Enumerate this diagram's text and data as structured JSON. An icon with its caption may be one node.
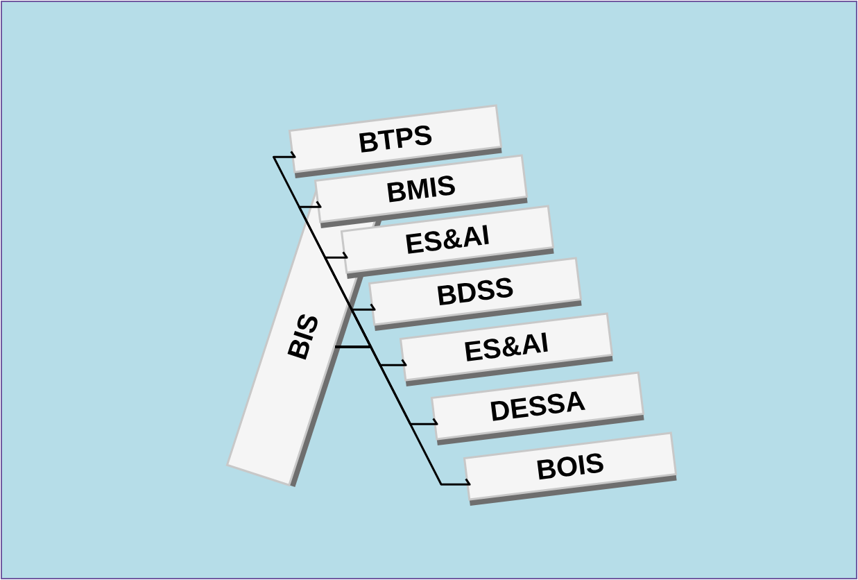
{
  "diagram": {
    "nodes": [
      {
        "text": [
          "BIS"
        ]
      },
      {
        "text": [
          "BTPS"
        ]
      },
      {
        "text": [
          "BMIS"
        ]
      },
      {
        "text": [
          "ES&AI"
        ]
      },
      {
        "text": [
          "BDSS"
        ]
      },
      {
        "text": [
          "ES&AI"
        ]
      },
      {
        "text": [
          "DESSA"
        ]
      },
      {
        "text": [
          "BOIS"
        ]
      }
    ],
    "edges": [
      {
        "from": 0,
        "to": 1,
        "arrow": "none"
      },
      {
        "from": 0,
        "to": 2,
        "arrow": "none"
      },
      {
        "from": 0,
        "to": 3,
        "arrow": "none"
      },
      {
        "from": 0,
        "to": 4,
        "arrow": "none"
      },
      {
        "from": 0,
        "to": 5,
        "arrow": "none"
      },
      {
        "from": 0,
        "to": 6,
        "arrow": "none"
      },
      {
        "from": 0,
        "to": 7,
        "arrow": "none"
      }
    ]
  }
}
